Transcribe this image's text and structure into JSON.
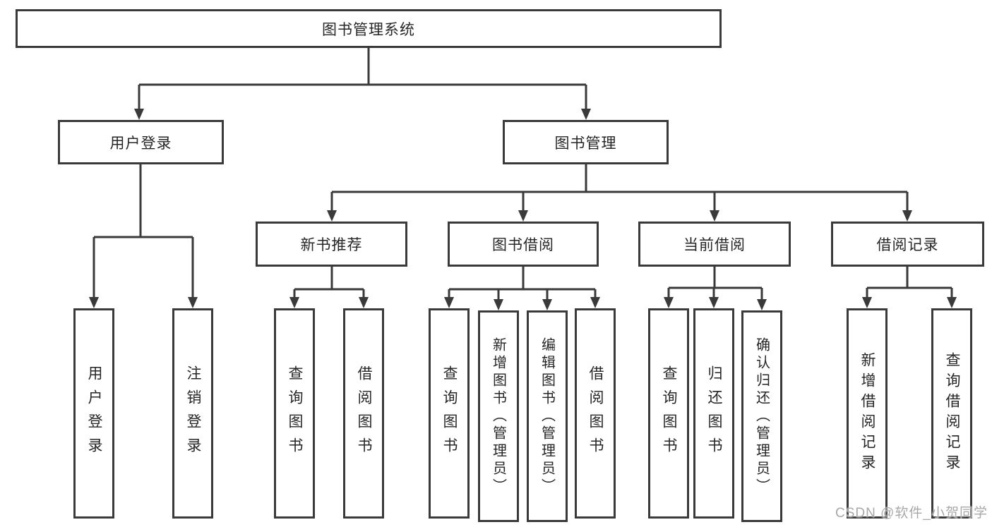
{
  "colors": {
    "line": "#3a3a3a",
    "text": "#262626",
    "box_bg": "#ffffff",
    "watermark": "#a8a8a8"
  },
  "watermark": {
    "text": "CSDN @软件_小贺同学"
  },
  "tree": {
    "label": "图书管理系统",
    "children": [
      {
        "label": "用户登录",
        "children": [
          {
            "label": "用户登录"
          },
          {
            "label": "注销登录"
          }
        ]
      },
      {
        "label": "图书管理",
        "children": [
          {
            "label": "新书推荐",
            "children": [
              {
                "label": "查询图书"
              },
              {
                "label": "借阅图书"
              }
            ]
          },
          {
            "label": "图书借阅",
            "children": [
              {
                "label": "查询图书"
              },
              {
                "label": "新增图书（管理员）"
              },
              {
                "label": "编辑图书（管理员）"
              },
              {
                "label": "借阅图书"
              }
            ]
          },
          {
            "label": "当前借阅",
            "children": [
              {
                "label": "查询图书"
              },
              {
                "label": "归还图书"
              },
              {
                "label": "确认归还（管理员）"
              }
            ]
          },
          {
            "label": "借阅记录",
            "children": [
              {
                "label": "新增借阅记录"
              },
              {
                "label": "查询借阅记录"
              }
            ]
          }
        ]
      }
    ]
  }
}
